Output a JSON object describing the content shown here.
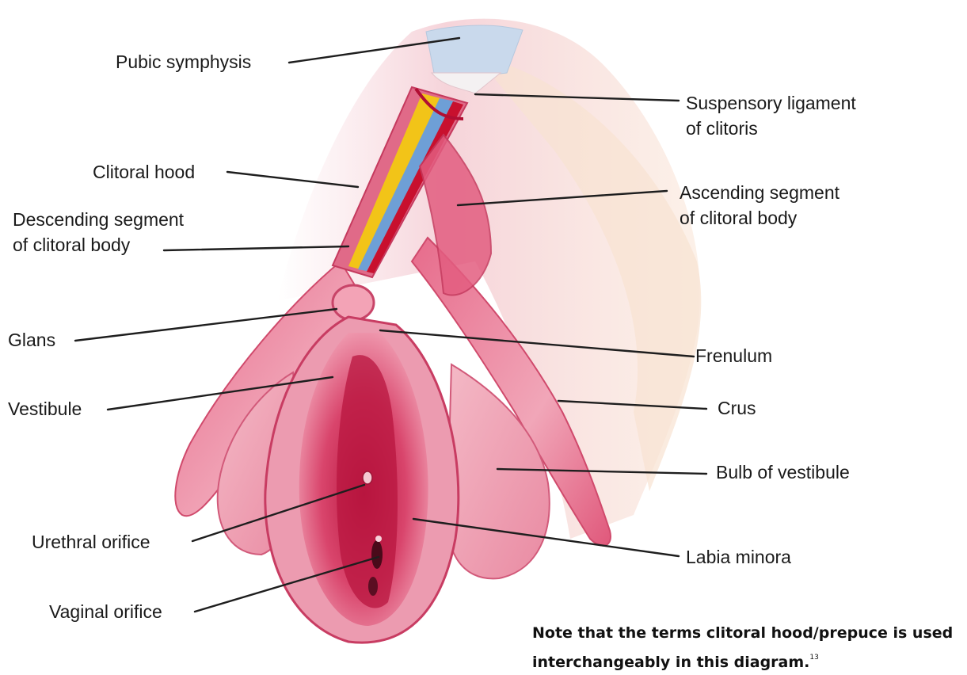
{
  "labels": {
    "pubic_symphysis": "Pubic symphysis",
    "suspensory_ligament_line1": "Suspensory ligament",
    "suspensory_ligament_line2": "of clitoris",
    "clitoral_hood": "Clitoral hood",
    "ascending_segment_line1": "Ascending segment",
    "ascending_segment_line2": "of clitoral body",
    "descending_segment_line1": "Descending segment",
    "descending_segment_line2": "of clitoral body",
    "glans": "Glans",
    "frenulum": "Frenulum",
    "vestibule": "Vestibule",
    "crus": "Crus",
    "bulb_of_vestibule": "Bulb of vestibule",
    "urethral_orifice": "Urethral orifice",
    "labia_minora": "Labia minora",
    "vaginal_orifice": "Vaginal orifice"
  },
  "note": {
    "line1": "Note that the terms clitoral hood/prepuce is used",
    "line2": "interchangeably in this diagram.",
    "reference": "13"
  },
  "colors": {
    "tissue_main": "#d8456a",
    "tissue_light": "#f0a0b4",
    "tissue_dark": "#b0183f",
    "bone": "#c9d9ec",
    "nerve_yellow": "#f2c418",
    "vessel_blue": "#6e9fd6",
    "vessel_red": "#c8102e"
  }
}
